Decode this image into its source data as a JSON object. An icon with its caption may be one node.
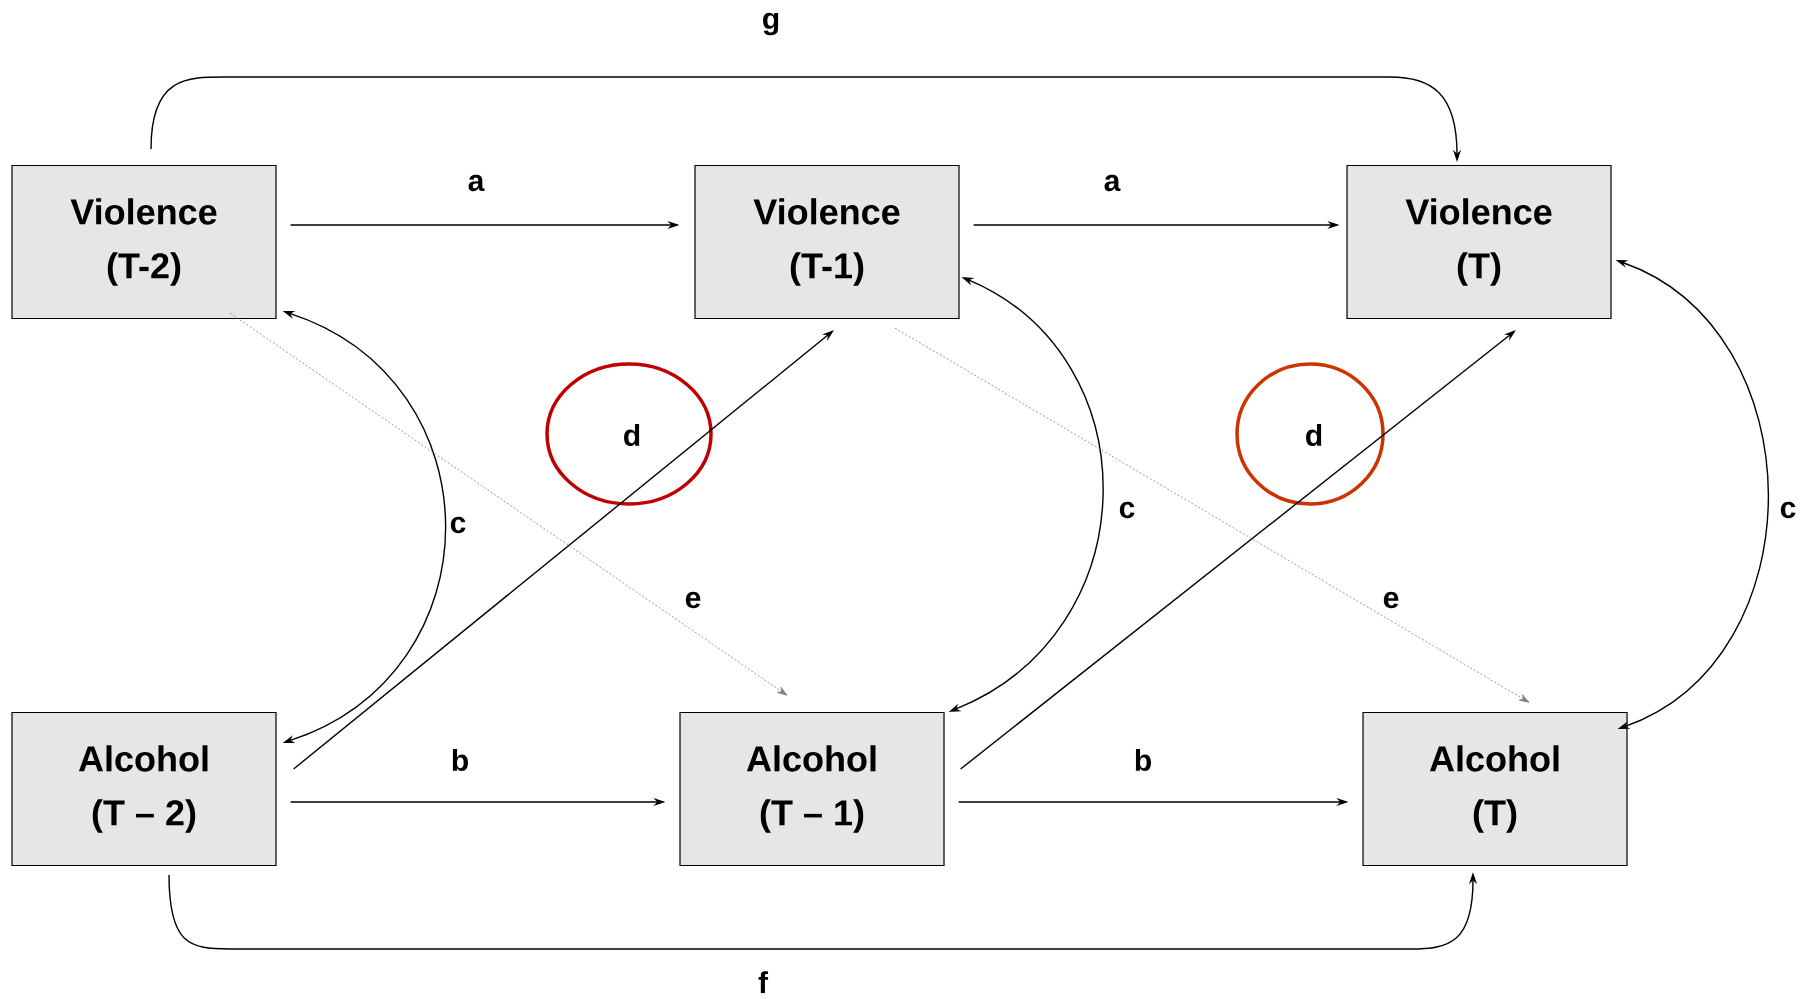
{
  "diagram": {
    "nodes": [
      {
        "text": [
          "Violence",
          "(T-2)"
        ]
      },
      {
        "text": [
          "Violence",
          "(T-1)"
        ]
      },
      {
        "text": [
          "Violence",
          "(T)"
        ]
      },
      {
        "text": [
          "Alcohol",
          "(T – 2)"
        ]
      },
      {
        "text": [
          "Alcohol",
          "(T – 1)"
        ]
      },
      {
        "text": [
          "Alcohol",
          "(T)"
        ]
      }
    ],
    "edges": [
      {
        "from": 0,
        "to": 1,
        "arrow": "to",
        "label": "a"
      },
      {
        "from": 1,
        "to": 2,
        "arrow": "to",
        "label": "a"
      },
      {
        "from": 3,
        "to": 4,
        "arrow": "to",
        "label": "b"
      },
      {
        "from": 4,
        "to": 5,
        "arrow": "to",
        "label": "b"
      },
      {
        "from": 3,
        "to": 0,
        "arrow": "both",
        "label": "c"
      },
      {
        "from": 4,
        "to": 1,
        "arrow": "both",
        "label": "c"
      },
      {
        "from": 5,
        "to": 2,
        "arrow": "both",
        "label": "c"
      },
      {
        "from": 3,
        "to": 1,
        "arrow": "to",
        "label": "d"
      },
      {
        "from": 4,
        "to": 2,
        "arrow": "to",
        "label": "d"
      },
      {
        "from": 0,
        "to": 4,
        "arrow": "to",
        "label": "e",
        "style": "dashed",
        "color": "#808080"
      },
      {
        "from": 1,
        "to": 5,
        "arrow": "to",
        "label": "e",
        "style": "dashed",
        "color": "#808080"
      },
      {
        "from": 0,
        "to": 2,
        "arrow": "to",
        "label": "g"
      },
      {
        "from": 3,
        "to": 5,
        "arrow": "to",
        "label": "f"
      }
    ]
  }
}
